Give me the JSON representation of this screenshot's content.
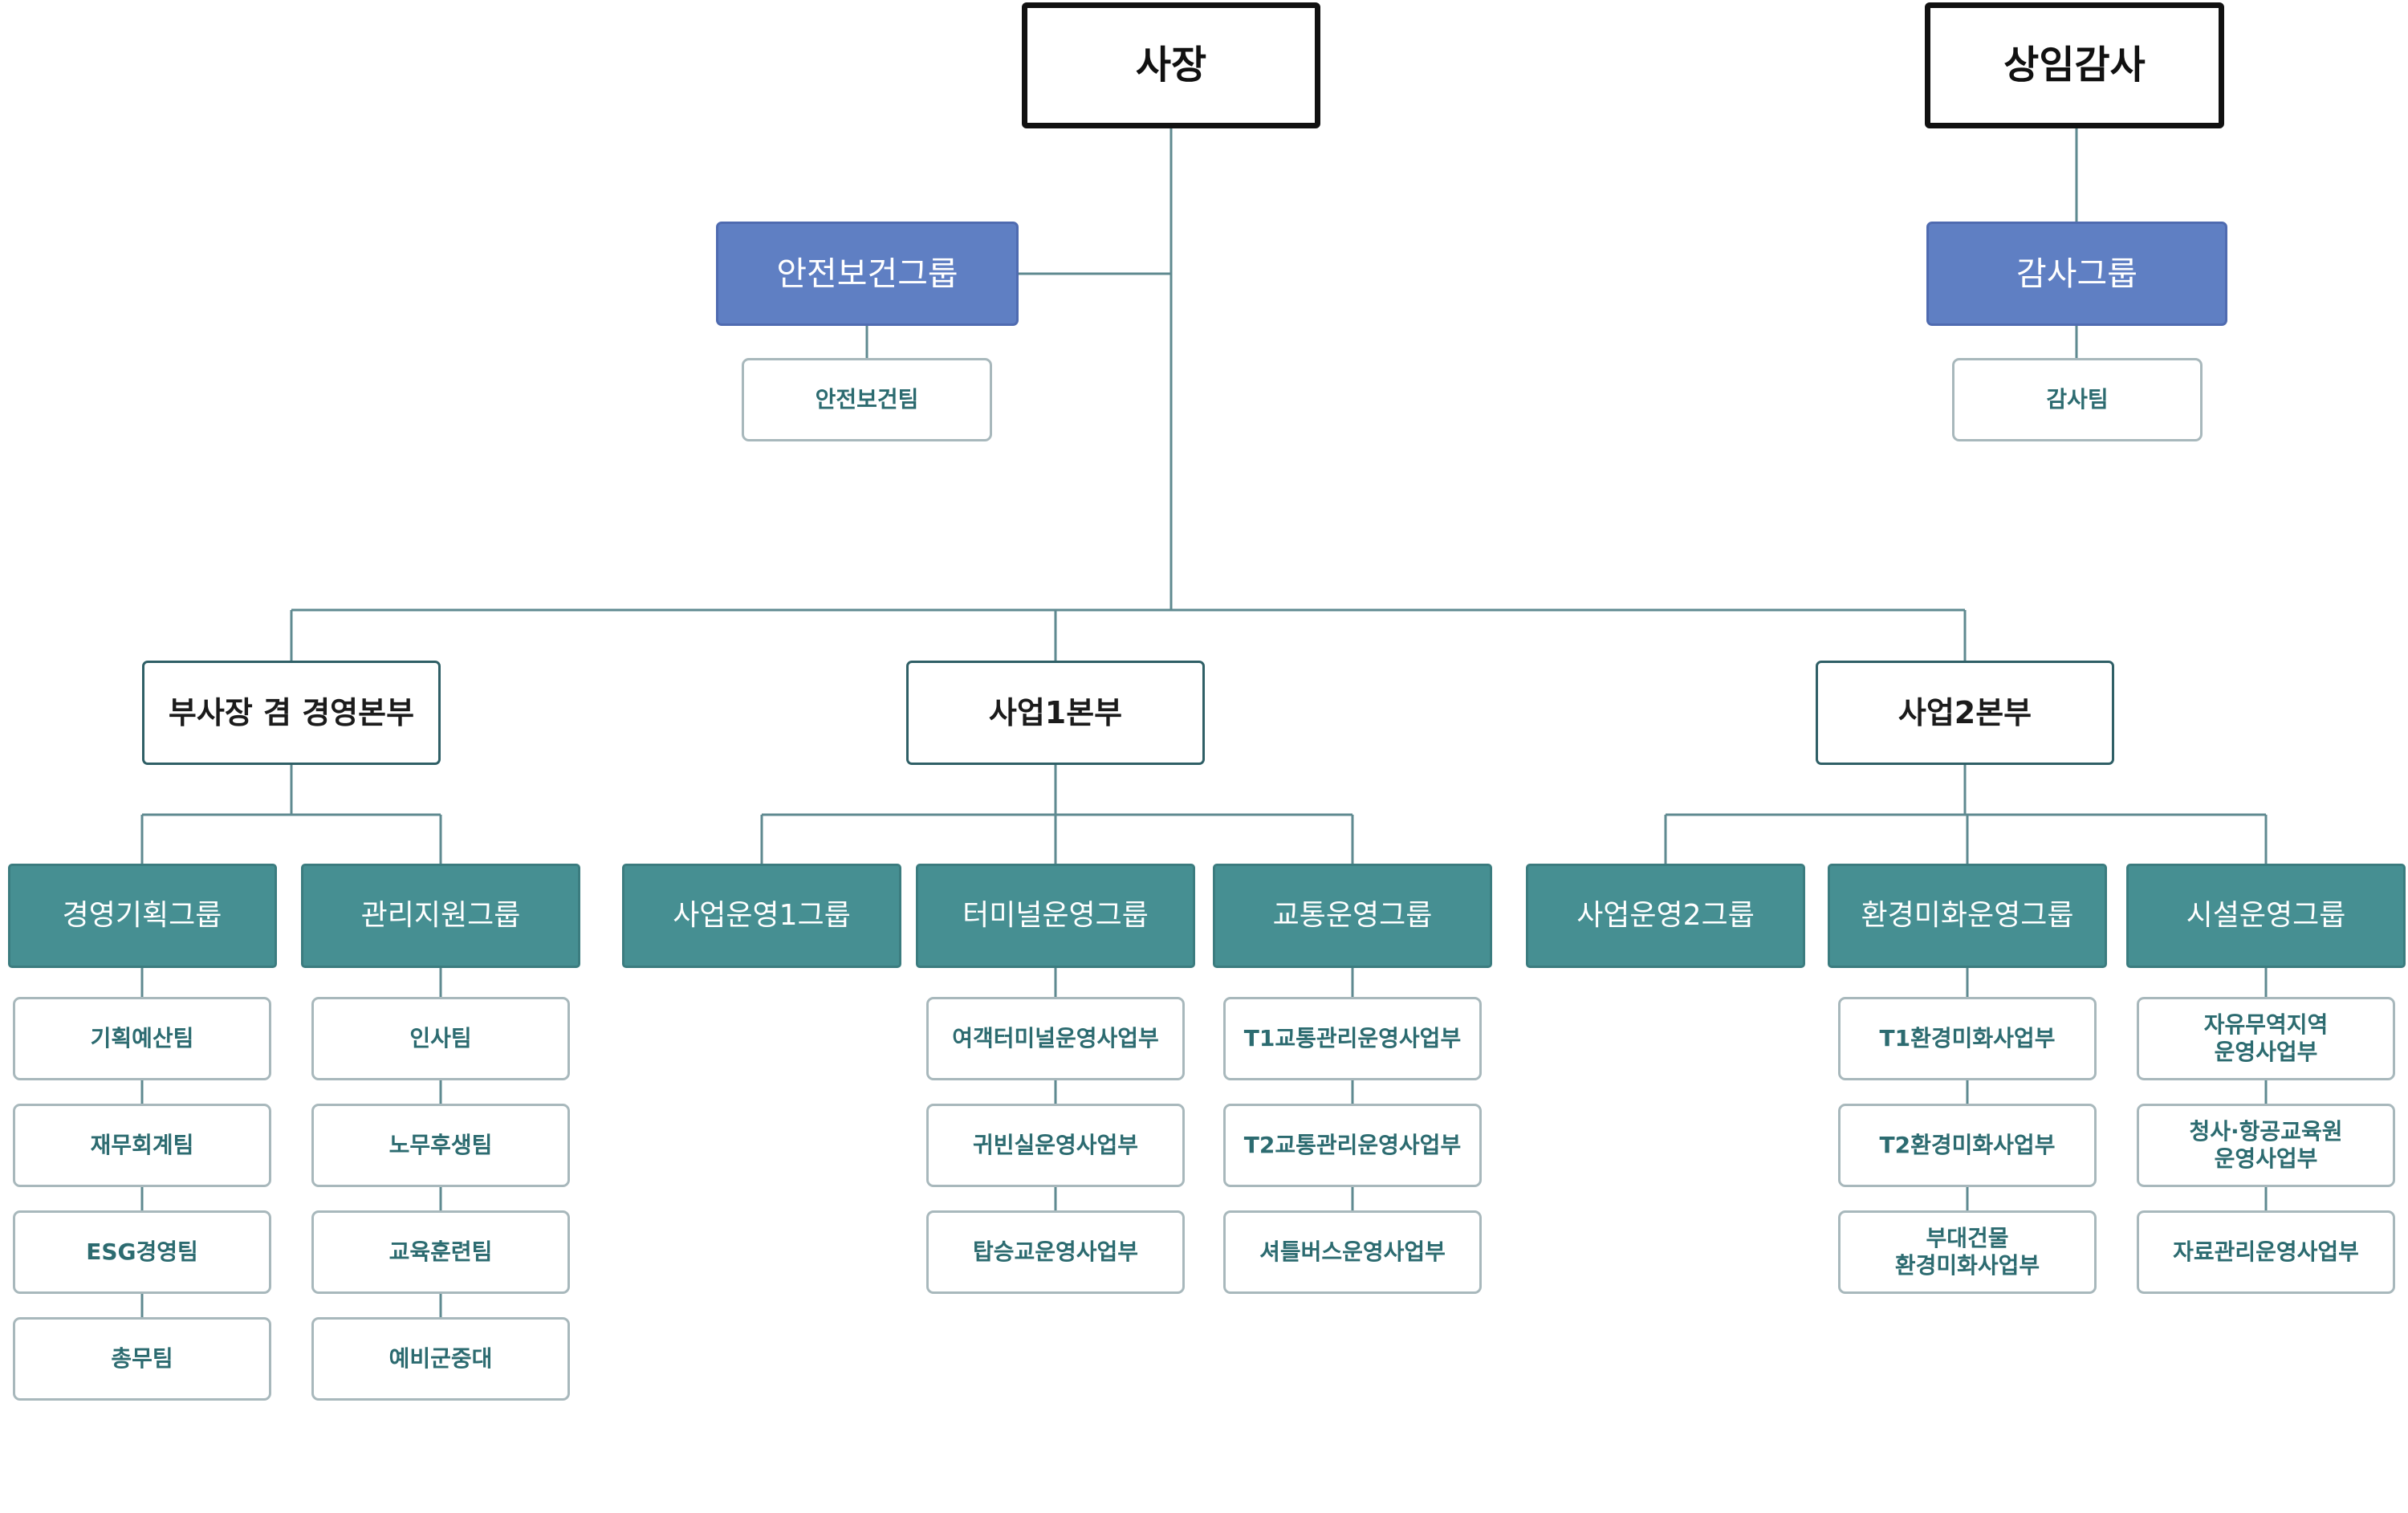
{
  "colors": {
    "connector": "#5f8a90",
    "blue_box": "#5f7fc3",
    "teal_box": "#468f92",
    "team_text": "#2c6b70"
  },
  "ceo": "사장",
  "auditor": "상임감사",
  "safety_group": "안전보건그룹",
  "safety_team": "안전보건팀",
  "audit_group": "감사그룹",
  "audit_team": "감사팀",
  "divisions": [
    {
      "name": "부사장 겸 경영본부",
      "groups": [
        {
          "name": "경영기획그룹",
          "teams": [
            [
              "기획예산팀"
            ],
            [
              "재무회계팀"
            ],
            [
              "ESG경영팀"
            ],
            [
              "총무팀"
            ]
          ]
        },
        {
          "name": "관리지원그룹",
          "teams": [
            [
              "인사팀"
            ],
            [
              "노무후생팀"
            ],
            [
              "교육훈련팀"
            ],
            [
              "예비군중대"
            ]
          ]
        }
      ]
    },
    {
      "name": "사업1본부",
      "groups": [
        {
          "name": "사업운영1그룹",
          "teams": []
        },
        {
          "name": "터미널운영그룹",
          "teams": [
            [
              "여객터미널운영사업부"
            ],
            [
              "귀빈실운영사업부"
            ],
            [
              "탑승교운영사업부"
            ]
          ]
        },
        {
          "name": "교통운영그룹",
          "teams": [
            [
              "T1교통관리운영사업부"
            ],
            [
              "T2교통관리운영사업부"
            ],
            [
              "셔틀버스운영사업부"
            ]
          ]
        }
      ]
    },
    {
      "name": "사업2본부",
      "groups": [
        {
          "name": "사업운영2그룹",
          "teams": []
        },
        {
          "name": "환경미화운영그룹",
          "teams": [
            [
              "T1환경미화사업부"
            ],
            [
              "T2환경미화사업부"
            ],
            [
              "부대건물",
              "환경미화사업부"
            ]
          ]
        },
        {
          "name": "시설운영그룹",
          "teams": [
            [
              "자유무역지역",
              "운영사업부"
            ],
            [
              "청사·항공교육원",
              "운영사업부"
            ],
            [
              "자료관리운영사업부"
            ]
          ]
        }
      ]
    }
  ]
}
